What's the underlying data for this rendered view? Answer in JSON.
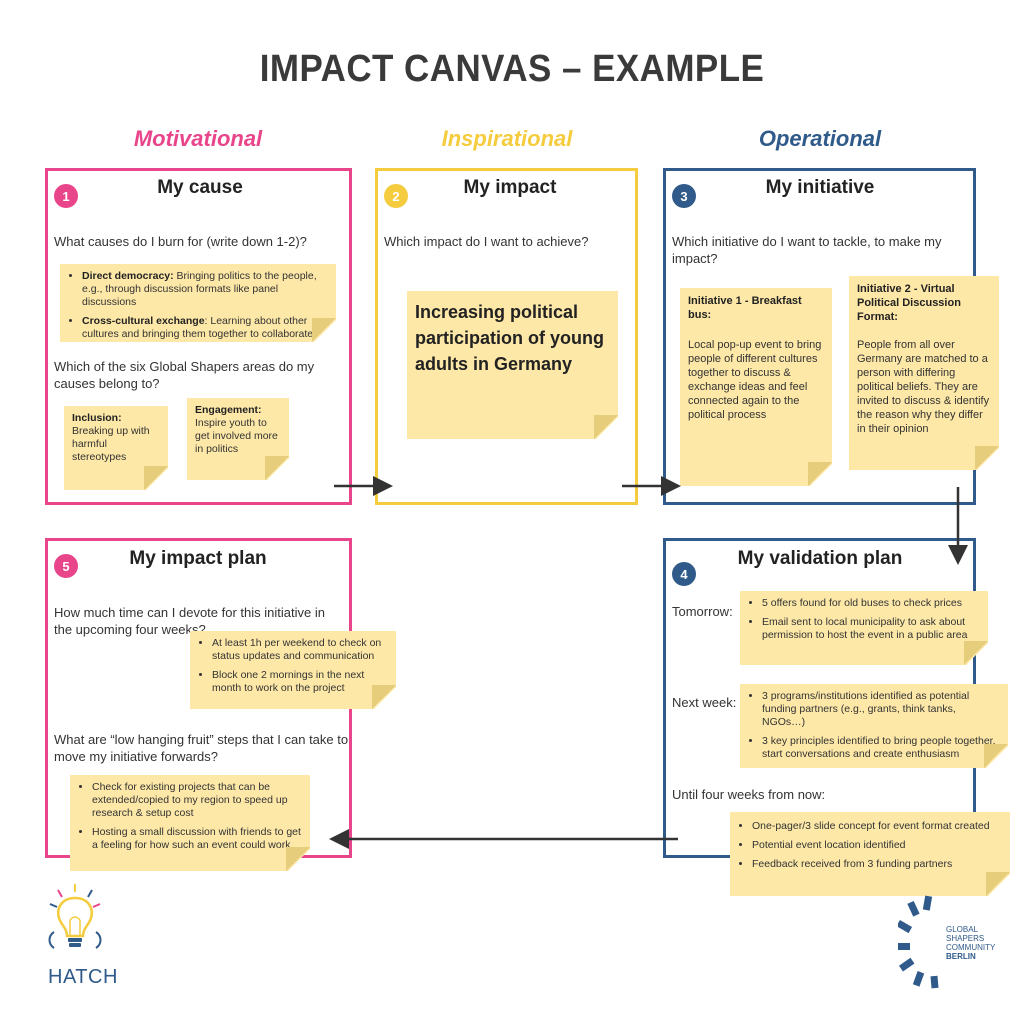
{
  "title": "IMPACT CANVAS – EXAMPLE",
  "categories": {
    "motivational": "Motivational",
    "inspirational": "Inspirational",
    "operational": "Operational"
  },
  "colors": {
    "pink": "#e8458b",
    "yellow": "#f5cc3d",
    "blue": "#2f5a8a",
    "note": "#fde8a8"
  },
  "cause": {
    "number": "1",
    "title": "My cause",
    "question1": "What causes do I burn for (write down 1-2)?",
    "note1": {
      "item1_bold": "Direct democracy:",
      "item1_text": " Bringing politics to the people, e.g., through discussion formats like panel discussions",
      "item2_bold": "Cross-cultural exchange",
      "item2_text": ": Learning about other cultures and bringing them together to collaborate"
    },
    "question2": "Which of the six Global Shapers areas do my causes belong to?",
    "note_inclusion_bold": "Inclusion:",
    "note_inclusion_text": " Breaking up with harmful stereotypes",
    "note_engagement_bold": "Engagement:",
    "note_engagement_text": "Inspire youth to get involved more in politics"
  },
  "impact": {
    "number": "2",
    "title": "My impact",
    "question": "Which impact do I want to achieve?",
    "note": "Increasing political participation of young adults in Germany"
  },
  "initiative": {
    "number": "3",
    "title": "My initiative",
    "question": "Which initiative do I want to tackle, to make my impact?",
    "init1_title": "Initiative 1 - Breakfast bus:",
    "init1_text": "Local pop-up event to bring people of different cultures together to discuss & exchange ideas and feel connected again to the political process",
    "init2_title": "Initiative 2 - Virtual Political Discussion Format:",
    "init2_text": "People from all over Germany are matched to a person with differing political beliefs. They are invited to discuss & identify the reason why they differ in their opinion"
  },
  "validation": {
    "number": "4",
    "title": "My validation plan",
    "tomorrow_label": "Tomorrow:",
    "tomorrow_items": [
      "5 offers found for old buses to check prices",
      "Email sent to local municipality to ask about permission to host the event in a public area"
    ],
    "nextweek_label": "Next week:",
    "nextweek_items": [
      "3 programs/institutions identified as potential funding partners (e.g., grants, think tanks, NGOs…)",
      "3 key principles identified to bring people together, start conversations and create enthusiasm"
    ],
    "fourweeks_label": "Until four weeks from now:",
    "fourweeks_items": [
      "One-pager/3 slide concept for event format created",
      "Potential event location identified",
      "Feedback received from 3 funding partners"
    ]
  },
  "plan": {
    "number": "5",
    "title": "My impact plan",
    "question1": "How much time can I devote for this initiative in the upcoming four weeks?",
    "note1_items": [
      "At least 1h per weekend to check on status updates and communication",
      "Block one 2 mornings in the next month to work on the project"
    ],
    "question2": "What are “low hanging fruit” steps that I can take to move my initiative forwards?",
    "note2_items": [
      "Check for existing projects that can be extended/copied to my region to speed up research & setup cost",
      "Hosting a small discussion with friends to get a feeling for how such an event could work"
    ]
  },
  "logos": {
    "hatch": "HATCH",
    "gs_line1": "GLOBAL",
    "gs_line2": "SHAPERS",
    "gs_line3": "COMMUNITY",
    "gs_line4": "BERLIN"
  }
}
